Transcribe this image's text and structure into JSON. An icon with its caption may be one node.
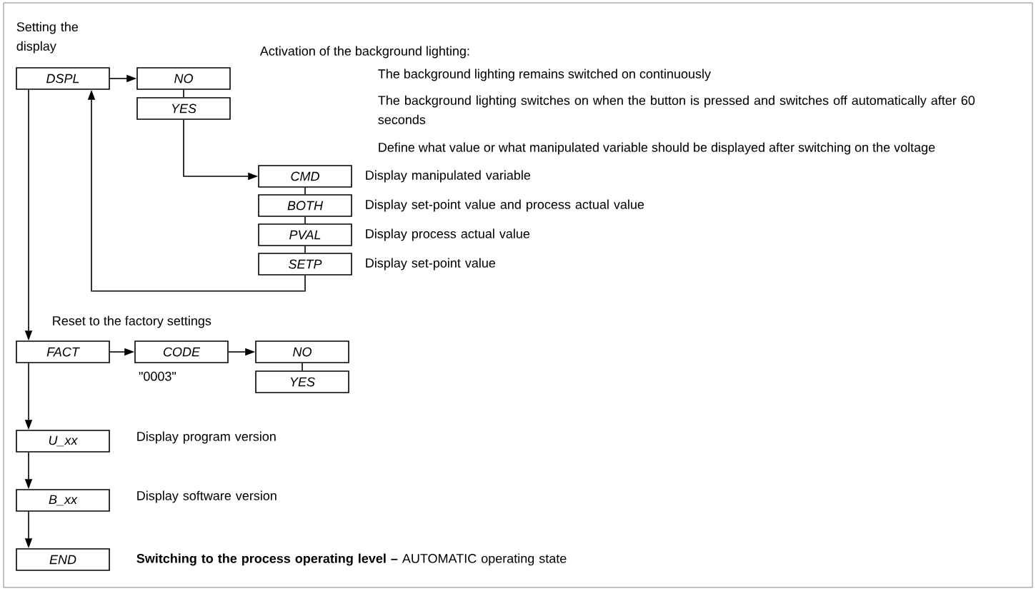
{
  "diagram": {
    "nodes": [
      {
        "text": [
          "DSPL"
        ],
        "beside": [
          "Setting the display"
        ]
      },
      {
        "text": [
          "NO"
        ]
      },
      {
        "text": [
          "YES"
        ]
      },
      {
        "text": [
          "CMD"
        ],
        "beside": [
          "Display manipulated variable"
        ]
      },
      {
        "text": [
          "BOTH"
        ],
        "beside": [
          "Display set-point value and process actual value"
        ]
      },
      {
        "text": [
          "PVAL"
        ],
        "beside": [
          "Display process actual value"
        ]
      },
      {
        "text": [
          "SETP"
        ],
        "beside": [
          "Display set-point value"
        ]
      },
      {
        "text": [
          "FACT"
        ]
      },
      {
        "text": [
          "CODE"
        ],
        "beside": [
          "\"0003\""
        ]
      },
      {
        "text": [
          "NO"
        ]
      },
      {
        "text": [
          "YES"
        ]
      },
      {
        "text": [
          "U_xx"
        ],
        "beside": [
          "Display program version"
        ]
      },
      {
        "text": [
          "B_xx"
        ],
        "beside": [
          "Display software version"
        ]
      },
      {
        "text": [
          "END"
        ],
        "beside": [
          "**Switching to the process operating level –** AUTOMATIC operating state"
        ]
      }
    ],
    "edges": [
      {
        "from": 0,
        "to": 1,
        "arrow": "to"
      },
      {
        "from": 1,
        "to": 2,
        "arrow": "none"
      },
      {
        "from": 2,
        "to": 3,
        "arrow": "to"
      },
      {
        "from": 3,
        "to": 4,
        "arrow": "none"
      },
      {
        "from": 4,
        "to": 5,
        "arrow": "none"
      },
      {
        "from": 5,
        "to": 6,
        "arrow": "none"
      },
      {
        "from": 6,
        "to": 0,
        "arrow": "to"
      },
      {
        "from": 0,
        "to": 7,
        "arrow": "to"
      },
      {
        "from": 7,
        "to": 8,
        "arrow": "to"
      },
      {
        "from": 8,
        "to": 9,
        "arrow": "to"
      },
      {
        "from": 9,
        "to": 10,
        "arrow": "none"
      },
      {
        "from": 7,
        "to": 11,
        "arrow": "to"
      },
      {
        "from": 11,
        "to": 12,
        "arrow": "to"
      },
      {
        "from": 12,
        "to": 13,
        "arrow": "to"
      }
    ],
    "labels": [
      "Activation of the background lighting:",
      "The background lighting remains switched on continuously",
      "The background lighting switches on when the button is pressed and switches off automatically after 60 seconds",
      "Define what value or what manipulated variable should be displayed after switching on the voltage",
      "Reset to the factory settings"
    ]
  }
}
